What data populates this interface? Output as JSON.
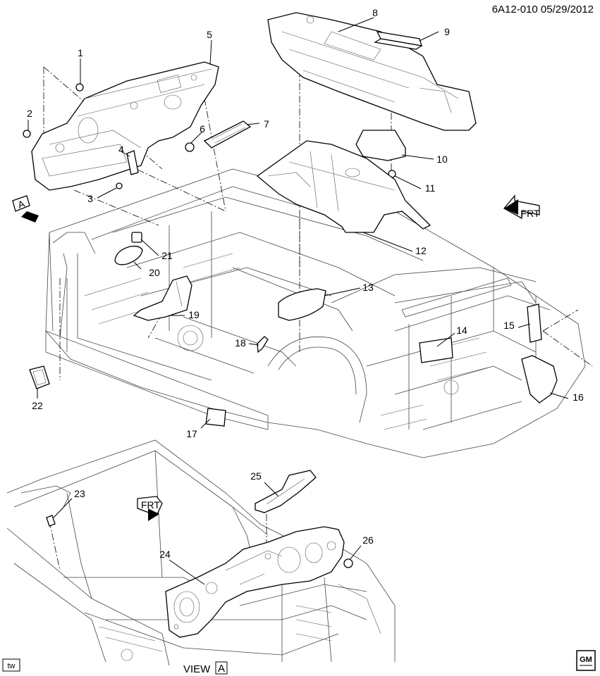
{
  "header": {
    "doc_code": "6A12-010",
    "date": "05/29/2012"
  },
  "footer": {
    "tw_tag": "tw",
    "view_prefix": "VIEW",
    "view_letter": "A",
    "gm_logo": "GM"
  },
  "arrows": {
    "view_marker": "A",
    "front_upper": "FRT",
    "front_lower": "FRT"
  },
  "callouts": [
    {
      "id": "callout-1",
      "text": "1"
    },
    {
      "id": "callout-2",
      "text": "2"
    },
    {
      "id": "callout-3",
      "text": "3"
    },
    {
      "id": "callout-4",
      "text": "4"
    },
    {
      "id": "callout-5",
      "text": "5"
    },
    {
      "id": "callout-6",
      "text": "6"
    },
    {
      "id": "callout-7",
      "text": "7"
    },
    {
      "id": "callout-8",
      "text": "8"
    },
    {
      "id": "callout-9",
      "text": "9"
    },
    {
      "id": "callout-10",
      "text": "10"
    },
    {
      "id": "callout-11",
      "text": "11"
    },
    {
      "id": "callout-12",
      "text": "12"
    },
    {
      "id": "callout-13",
      "text": "13"
    },
    {
      "id": "callout-14",
      "text": "14"
    },
    {
      "id": "callout-15",
      "text": "15"
    },
    {
      "id": "callout-16",
      "text": "16"
    },
    {
      "id": "callout-17",
      "text": "17"
    },
    {
      "id": "callout-18",
      "text": "18"
    },
    {
      "id": "callout-19",
      "text": "19"
    },
    {
      "id": "callout-20",
      "text": "20"
    },
    {
      "id": "callout-21",
      "text": "21"
    },
    {
      "id": "callout-22",
      "text": "22"
    },
    {
      "id": "callout-23",
      "text": "23"
    },
    {
      "id": "callout-24",
      "text": "24"
    },
    {
      "id": "callout-25",
      "text": "25"
    },
    {
      "id": "callout-26",
      "text": "26"
    }
  ]
}
